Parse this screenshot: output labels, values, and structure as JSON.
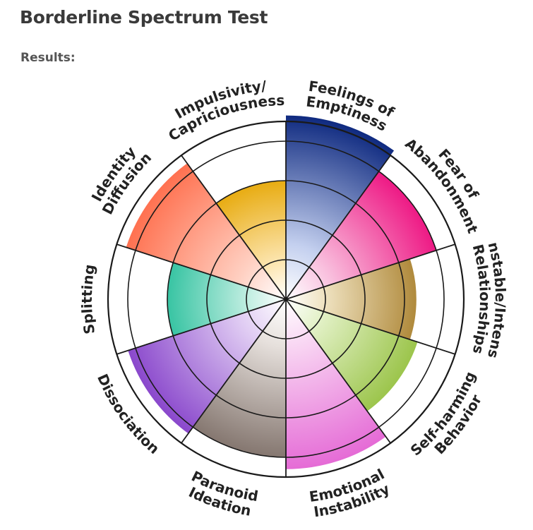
{
  "header": {
    "title": "Borderline Spectrum Test",
    "results_label": "Results:"
  },
  "chart_data": {
    "type": "radial-bar",
    "max_level": 5,
    "categories": [
      {
        "label": [
          "Feelings of",
          "Emptiness"
        ],
        "value": 4.65,
        "color": "#0f2a80",
        "light": "#c4d0ef"
      },
      {
        "label": [
          "Fear of",
          "Abandonment"
        ],
        "value": 4.0,
        "color": "#ee1a85",
        "light": "#f9c2df"
      },
      {
        "label": [
          "Unstable/Intense",
          "Relationships"
        ],
        "value": 3.3,
        "color": "#b08a3c",
        "light": "#efe2c0"
      },
      {
        "label": [
          "Self-harming",
          "Behavior"
        ],
        "value": 3.5,
        "color": "#9cc54c",
        "light": "#e1f0c4"
      },
      {
        "label": [
          "Emotional",
          "Instability"
        ],
        "value": 4.3,
        "color": "#e56bd6",
        "light": "#f8d3f2"
      },
      {
        "label": [
          "Paranoid",
          "Ideation"
        ],
        "value": 4.0,
        "color": "#857770",
        "light": "#e6e0dc"
      },
      {
        "label": [
          "Dissociation"
        ],
        "value": 4.2,
        "color": "#8a48cc",
        "light": "#e0ccf3"
      },
      {
        "label": [
          "Splitting"
        ],
        "value": 3.0,
        "color": "#38c4a3",
        "light": "#c5efe3"
      },
      {
        "label": [
          "Identity",
          "Diffusion"
        ],
        "value": 4.25,
        "color": "#ff7150",
        "light": "#ffd0c2"
      },
      {
        "label": [
          "Impulsivity/",
          "Capriciousness"
        ],
        "value": 3.0,
        "color": "#e8ac12",
        "light": "#fde7b5"
      }
    ]
  }
}
